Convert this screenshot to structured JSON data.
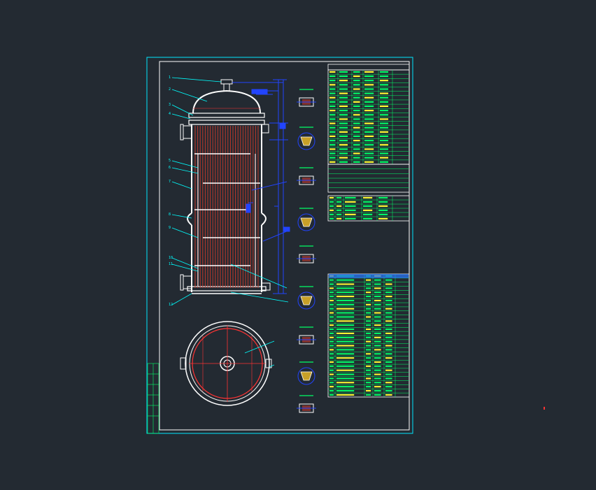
{
  "colors": {
    "background": "#232a32",
    "frame": "#00e5ff",
    "vessel": "#ffffff",
    "tubes": "#c0392b",
    "dimension": "#2244ff",
    "leader": "#00ffff",
    "table_text": "#00ff66",
    "table_text_alt": "#ffff33",
    "highlight": "#2a7bff"
  },
  "title_block": {
    "table_title": "技术特性表"
  },
  "icons": [
    "vessel-drawing",
    "tube-bundle",
    "flange-detail",
    "weld-detail"
  ]
}
